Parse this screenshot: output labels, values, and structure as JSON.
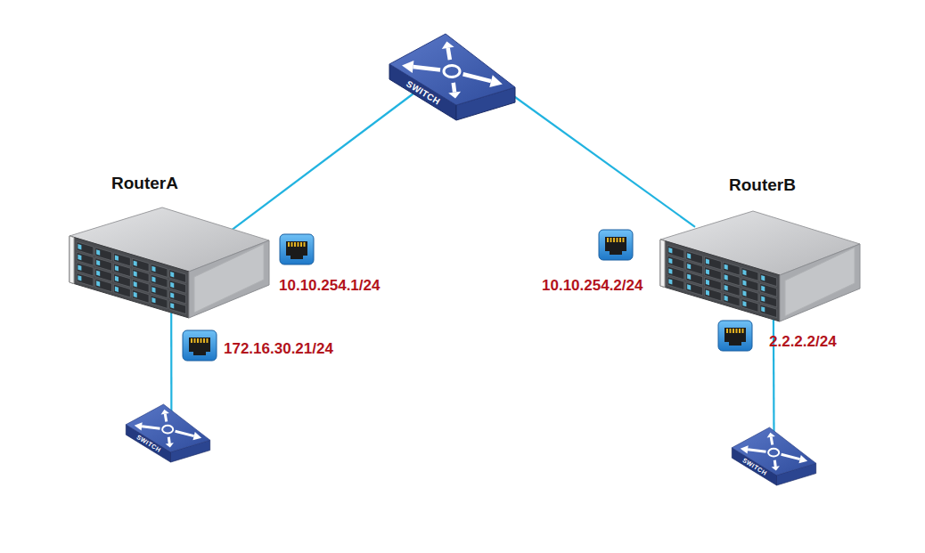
{
  "diagram": {
    "nodes": [
      {
        "text": [
          "SWITCH"
        ]
      },
      {
        "text": [
          "RouterA"
        ]
      },
      {
        "text": [
          "RouterB"
        ]
      },
      {
        "text": [
          "SWITCH"
        ]
      },
      {
        "text": [
          "SWITCH"
        ]
      }
    ],
    "edges": [
      {
        "from": 0,
        "to": 1,
        "arrow": "none"
      },
      {
        "from": 0,
        "to": 2,
        "arrow": "none"
      },
      {
        "from": 1,
        "to": 3,
        "arrow": "none"
      },
      {
        "from": 2,
        "to": 4,
        "arrow": "none"
      }
    ],
    "labels": [
      "10.10.254.1/24",
      "172.16.30.21/24",
      "10.10.254.2/24",
      "2.2.2.2/24"
    ]
  }
}
